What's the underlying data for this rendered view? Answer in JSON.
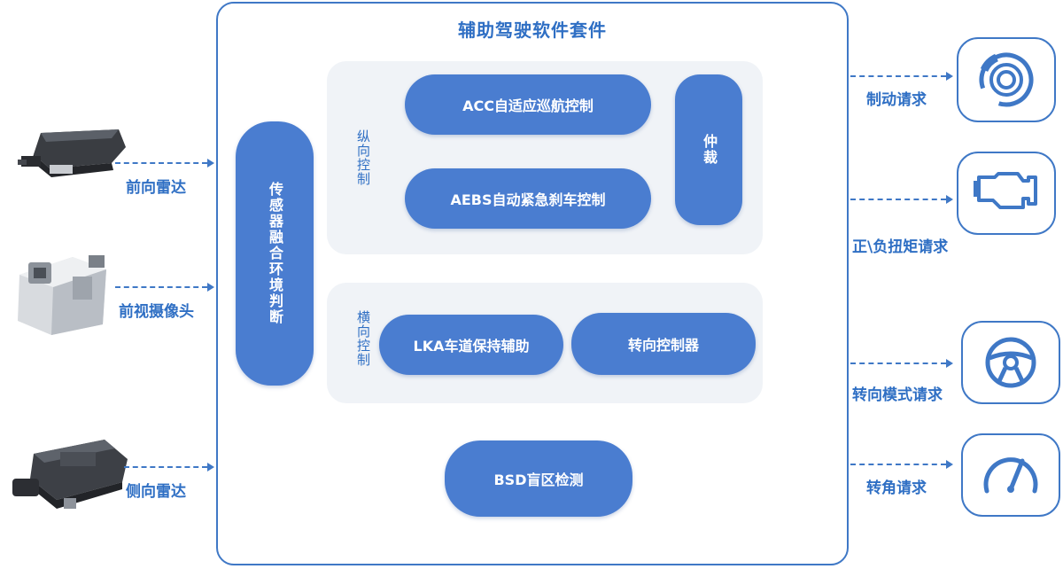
{
  "main": {
    "title": "辅助驾驶软件套件",
    "fusion": "传感器融合环境判断",
    "longitudinal": {
      "label": "纵向控制",
      "acc": "ACC自适应巡航控制",
      "aebs": "AEBS自动紧急刹车控制",
      "arbitration": "仲裁"
    },
    "lateral": {
      "label": "横向控制",
      "lka": "LKA车道保持辅助",
      "steering_controller": "转向控制器"
    },
    "bsd": "BSD盲区检测"
  },
  "inputs": [
    {
      "label": "前向雷达",
      "icon": "radar-module-icon"
    },
    {
      "label": "前视摄像头",
      "icon": "camera-module-icon"
    },
    {
      "label": "侧向雷达",
      "icon": "side-radar-module-icon"
    }
  ],
  "outputs": [
    {
      "label": "制动请求",
      "icon": "brake-disc-icon"
    },
    {
      "label": "正\\负扭矩请求",
      "icon": "engine-icon"
    },
    {
      "label": "转向模式请求",
      "icon": "steering-wheel-icon"
    },
    {
      "label": "转角请求",
      "icon": "gauge-icon"
    }
  ],
  "colors": {
    "accent": "#3f78c6",
    "pill": "#4a7dd0",
    "panel": "#f0f3f7"
  }
}
